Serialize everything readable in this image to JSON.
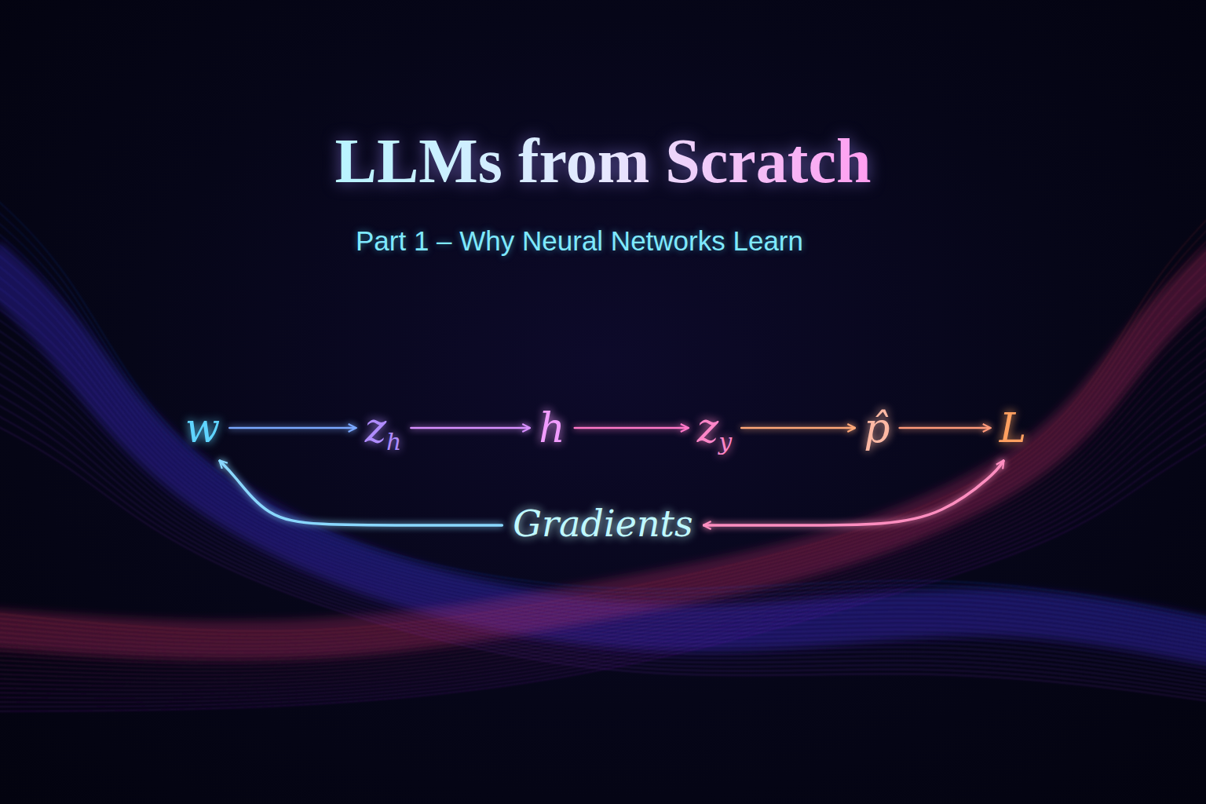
{
  "diagram": {
    "title": "LLMs from Scratch",
    "nodes": [
      {
        "text": [
          "w"
        ]
      },
      {
        "text": [
          "z",
          "h"
        ]
      },
      {
        "text": [
          "h"
        ]
      },
      {
        "text": [
          "z",
          "y"
        ]
      },
      {
        "text": [
          "p̂"
        ]
      },
      {
        "text": [
          "L"
        ]
      },
      {
        "text": [
          "Gradients"
        ]
      }
    ],
    "edges": [
      {
        "from": 0,
        "to": 1,
        "arrow": "to"
      },
      {
        "from": 1,
        "to": 2,
        "arrow": "to"
      },
      {
        "from": 2,
        "to": 3,
        "arrow": "to"
      },
      {
        "from": 3,
        "to": 4,
        "arrow": "to"
      },
      {
        "from": 4,
        "to": 5,
        "arrow": "to"
      },
      {
        "from": 6,
        "to": 0,
        "arrow": "to"
      },
      {
        "from": 6,
        "to": 5,
        "arrow": "both"
      }
    ],
    "labels": [
      "Part 1 – Why Neural Networks Learn"
    ]
  }
}
